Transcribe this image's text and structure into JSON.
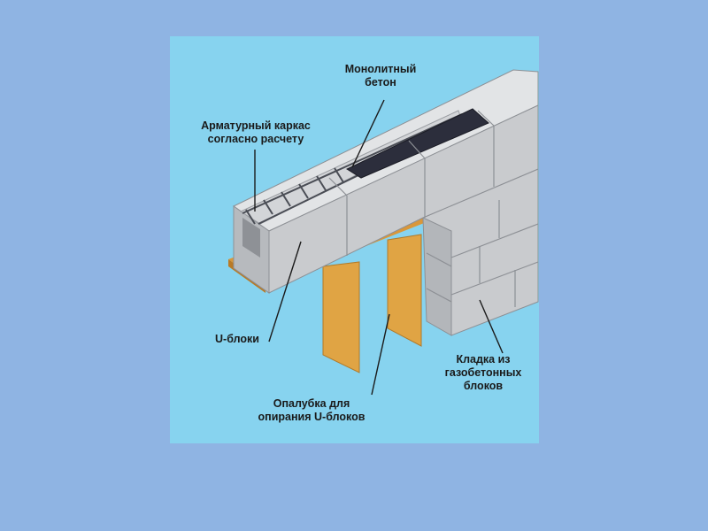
{
  "labels": {
    "monolithic_concrete": [
      "Монолитный",
      "бетон"
    ],
    "rebar_cage": [
      "Арматурный каркас",
      "согласно расчету"
    ],
    "u_blocks": "U-блоки",
    "masonry": [
      "Кладка из",
      "газобетонных",
      "блоков"
    ],
    "formwork": [
      "Опалубка для",
      "опирания U-блоков"
    ]
  },
  "colors": {
    "background": "#8fb4e3",
    "panel": "#87d3ef",
    "block_front": "#c9cbce",
    "block_top": "#e2e4e6",
    "concrete_dark": "#2c2e3c",
    "formwork_wood": "#e0a444"
  }
}
